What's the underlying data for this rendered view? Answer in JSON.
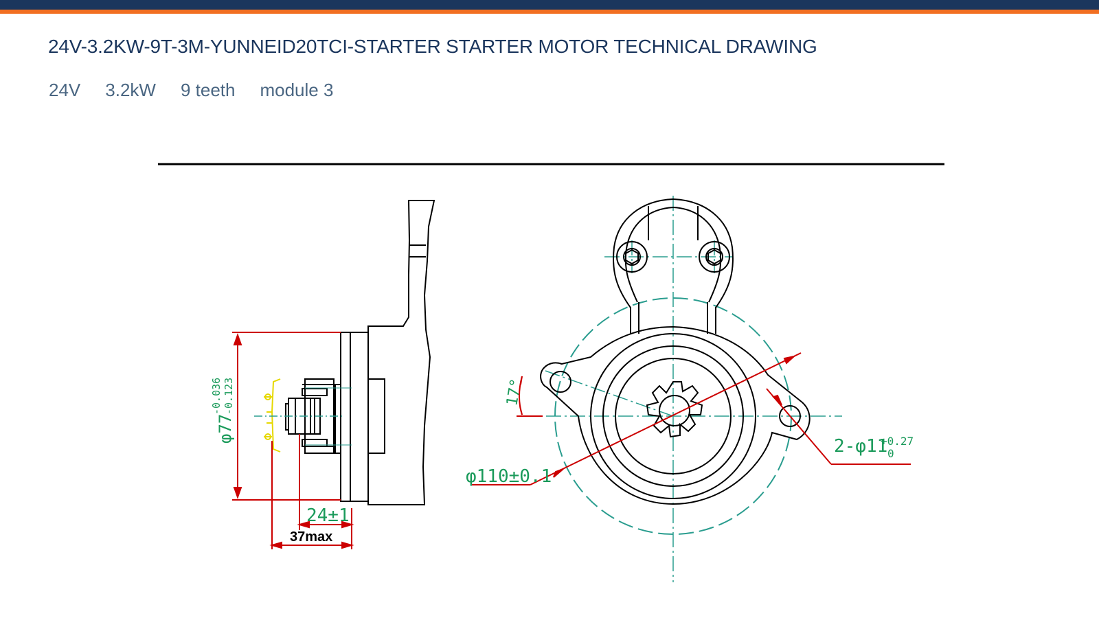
{
  "header": {
    "title": "24V-3.2KW-9T-3M-YUNNEID20TCI-STARTER STARTER MOTOR TECHNICAL DRAWING",
    "specs": [
      "24V",
      "3.2kW",
      "9 teeth",
      "module 3"
    ]
  },
  "drawing": {
    "dimensions": {
      "pilot_diameter_main": "φ77",
      "pilot_diameter_tol_upper": "-0.036",
      "pilot_diameter_tol_lower": "-0.123",
      "pinion_offset": "24±1",
      "max_length": "37max",
      "angle": "17°",
      "bolt_circle": "φ110±0.1",
      "holes_main": "2-φ11",
      "holes_tol_upper": "+0.27",
      "holes_tol_lower": "0"
    }
  },
  "colors": {
    "brand_navy": "#1b365d",
    "brand_orange": "#f26f21",
    "dimension_red": "#cc0000",
    "dimension_text_green": "#1a9a5a",
    "centerline_teal": "#2a9d8f",
    "highlight_yellow": "#e6d800"
  }
}
